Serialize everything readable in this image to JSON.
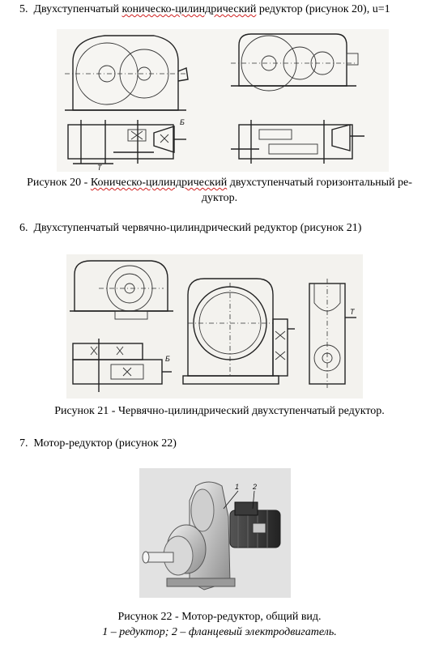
{
  "section5": {
    "number": "5.",
    "title_pre": "Двухступенчатый ",
    "title_spell": "коническо-цилиндрический",
    "title_post": " редуктор (рисунок 20), u=1"
  },
  "figure20": {
    "caption_pre": "Рисунок 20 - ",
    "caption_spell": "Коническо-цилиндрический",
    "caption_line1_post": " двухступенчатый горизонтальный ре-",
    "caption_line2": "дуктор.",
    "label_b": "Б",
    "label_t": "Т"
  },
  "section6": {
    "number": "6.",
    "title": "Двухступенчатый червячно-цилиндрический редуктор (рисунок 21)"
  },
  "figure21": {
    "caption": "Рисунок 21 - Червячно-цилиндрический двухступенчатый редуктор.",
    "label_b": "Б",
    "label_t": "Т"
  },
  "section7": {
    "number": "7.",
    "title": "Мотор-редуктор (рисунок 22)"
  },
  "figure22": {
    "caption": "Рисунок 22 - Мотор-редуктор, общий вид.",
    "legend": "1 – редуктор; 2 – фланцевый электродвигатель.",
    "callout_1": "1",
    "callout_2": "2"
  }
}
